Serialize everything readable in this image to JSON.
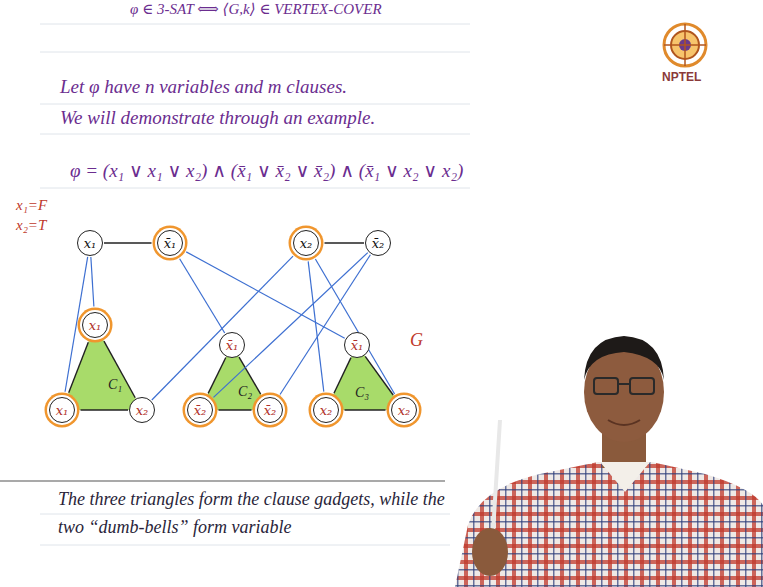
{
  "diagram": {
    "title": "φ ∈ 3-SAT ⟺ ⟨G,k⟩ ∈ VERTEX-COVER",
    "nodes": [
      {
        "text": [
          "x₁"
        ]
      },
      {
        "text": [
          "x̄₁"
        ]
      },
      {
        "text": [
          "x₂"
        ]
      },
      {
        "text": [
          "x̄₂"
        ]
      },
      {
        "text": [
          "x₁"
        ]
      },
      {
        "text": [
          "x₁"
        ]
      },
      {
        "text": [
          "x₂"
        ]
      },
      {
        "text": [
          "x̄₁"
        ]
      },
      {
        "text": [
          "x̄₂"
        ]
      },
      {
        "text": [
          "x̄₂"
        ]
      },
      {
        "text": [
          "x̄₁"
        ]
      },
      {
        "text": [
          "x₂"
        ]
      },
      {
        "text": [
          "x₂"
        ]
      }
    ],
    "edges": [
      {
        "from": 0,
        "to": 1,
        "arrow": "none"
      },
      {
        "from": 2,
        "to": 3,
        "arrow": "none"
      },
      {
        "from": 4,
        "to": 5,
        "arrow": "none"
      },
      {
        "from": 4,
        "to": 6,
        "arrow": "none"
      },
      {
        "from": 5,
        "to": 6,
        "arrow": "none"
      },
      {
        "from": 7,
        "to": 8,
        "arrow": "none"
      },
      {
        "from": 7,
        "to": 9,
        "arrow": "none"
      },
      {
        "from": 8,
        "to": 9,
        "arrow": "none"
      },
      {
        "from": 10,
        "to": 11,
        "arrow": "none"
      },
      {
        "from": 10,
        "to": 12,
        "arrow": "none"
      },
      {
        "from": 11,
        "to": 12,
        "arrow": "none"
      },
      {
        "from": 0,
        "to": 4,
        "arrow": "none"
      },
      {
        "from": 0,
        "to": 5,
        "arrow": "none"
      },
      {
        "from": 1,
        "to": 7,
        "arrow": "none"
      },
      {
        "from": 1,
        "to": 10,
        "arrow": "none"
      },
      {
        "from": 2,
        "to": 6,
        "arrow": "none"
      },
      {
        "from": 2,
        "to": 11,
        "arrow": "none"
      },
      {
        "from": 2,
        "to": 12,
        "arrow": "none"
      },
      {
        "from": 3,
        "to": 8,
        "arrow": "none"
      },
      {
        "from": 3,
        "to": 9,
        "arrow": "none"
      }
    ],
    "labels": [
      "Let φ have n variables and m clauses.",
      "We will demonstrate through an example.",
      "φ = (x₁ ∨ x₁ ∨ x₂) ∧ (x̄₁ ∨ x̄₂ ∨ x̄₂) ∧ (x̄₁ ∨ x₂ ∨ x₂)",
      "x₁=F",
      "x₂=T",
      "G",
      "C₁",
      "C₂",
      "C₃",
      "The three triangles form the clause gadgets, while the two “dumb-bells” form variable",
      "NPTEL"
    ]
  }
}
